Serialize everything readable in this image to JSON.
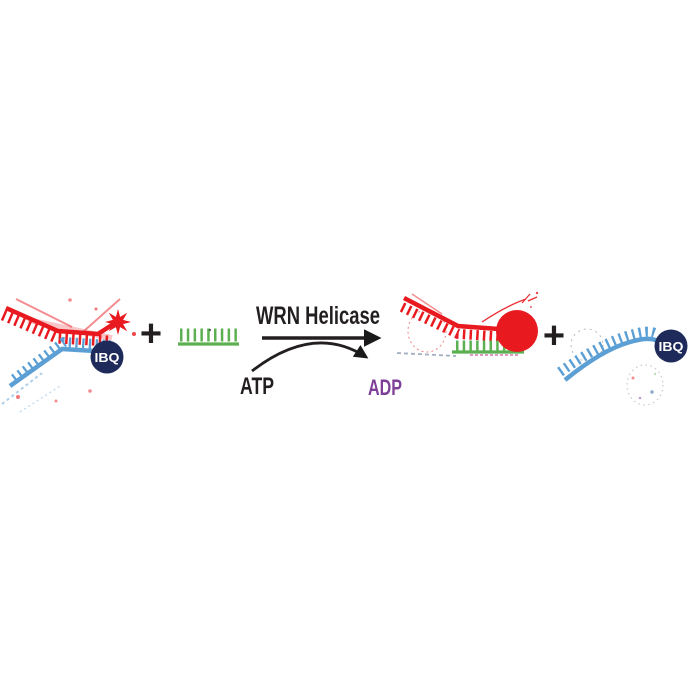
{
  "labels": {
    "enzyme": "WRN Helicase",
    "atp": "ATP",
    "adp": "ADP",
    "plus_1": "+",
    "plus_2": "+",
    "quencher_substrate": "IBQ",
    "quencher_released": "IBQ"
  },
  "molecules": {
    "substrate": "quenched-duplex-substrate (red fluorophore strand annealed to blue IBQ-quencher strand)",
    "capture_strand": "green capture oligonucleotide",
    "product_1": "fluorescent duplex (red strand + green capture strand, unquenched fluorophore glowing)",
    "product_2": "released blue strand with IBQ quencher"
  },
  "colors": {
    "red": "#e8191f",
    "blue": "#5b9fd4",
    "green": "#5cb052",
    "navy": "#1e2a5a",
    "purple": "#7d3f98",
    "ink": "#231f20"
  }
}
